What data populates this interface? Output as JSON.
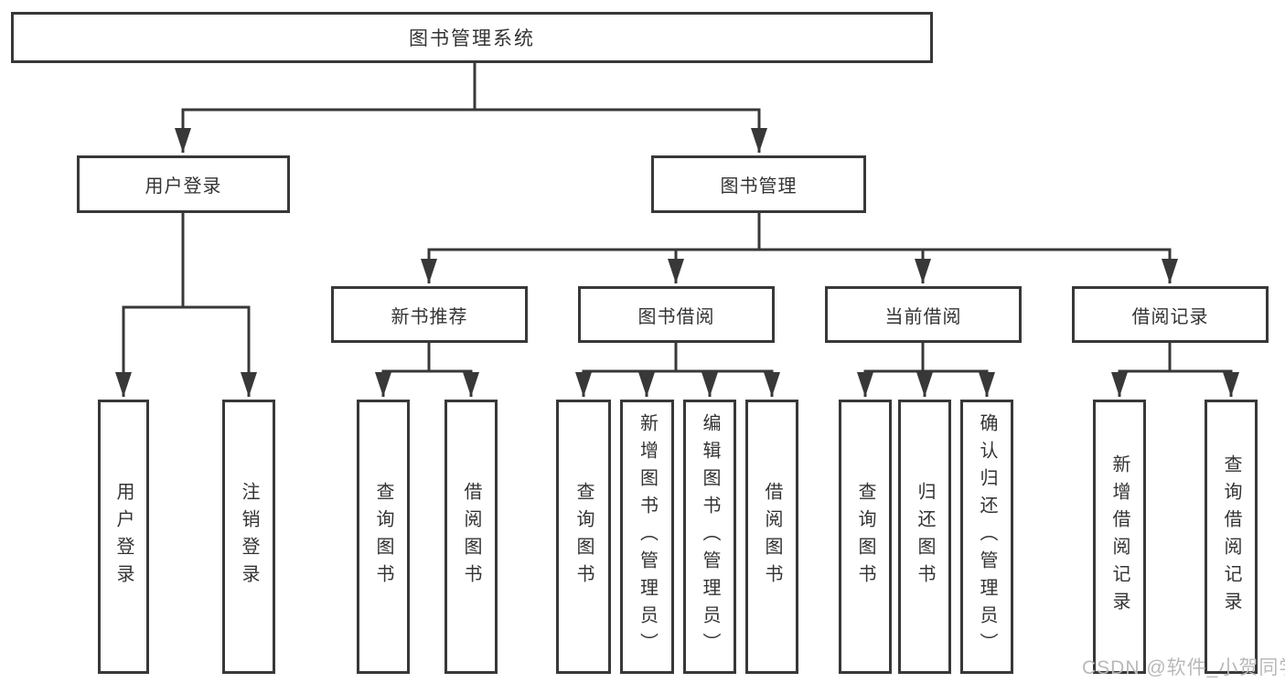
{
  "diagram": {
    "title_node": {
      "label": "图书管理系统"
    },
    "level2": [
      {
        "id": "user-login",
        "label": "用户登录"
      },
      {
        "id": "book-management",
        "label": "图书管理"
      }
    ],
    "level3": [
      {
        "id": "new-book-recommendation",
        "parent": "图书管理",
        "label": "新书推荐"
      },
      {
        "id": "book-borrowing",
        "parent": "图书管理",
        "label": "图书借阅"
      },
      {
        "id": "current-borrowing",
        "parent": "图书管理",
        "label": "当前借阅"
      },
      {
        "id": "borrowing-records",
        "parent": "图书管理",
        "label": "借阅记录"
      }
    ],
    "leaves": [
      {
        "parent": "用户登录",
        "label": "用户登录"
      },
      {
        "parent": "用户登录",
        "label": "注销登录"
      },
      {
        "parent": "新书推荐",
        "label": "查询图书"
      },
      {
        "parent": "新书推荐",
        "label": "借阅图书"
      },
      {
        "parent": "图书借阅",
        "label": "查询图书"
      },
      {
        "parent": "图书借阅",
        "label": "新增图书（管理员）"
      },
      {
        "parent": "图书借阅",
        "label": "编辑图书（管理员）"
      },
      {
        "parent": "图书借阅",
        "label": "借阅图书"
      },
      {
        "parent": "当前借阅",
        "label": "查询图书"
      },
      {
        "parent": "当前借阅",
        "label": "归还图书"
      },
      {
        "parent": "当前借阅",
        "label": "确认归还（管理员）"
      },
      {
        "parent": "借阅记录",
        "label": "新增借阅记录"
      },
      {
        "parent": "借阅记录",
        "label": "查询借阅记录"
      }
    ],
    "colors": {
      "line": "#383838",
      "box_border": "#383838",
      "text": "#333333",
      "background": "#ffffff",
      "watermark": "#b9b9b9"
    }
  },
  "watermark": {
    "text": "CSDN @软件_小贺同学"
  }
}
